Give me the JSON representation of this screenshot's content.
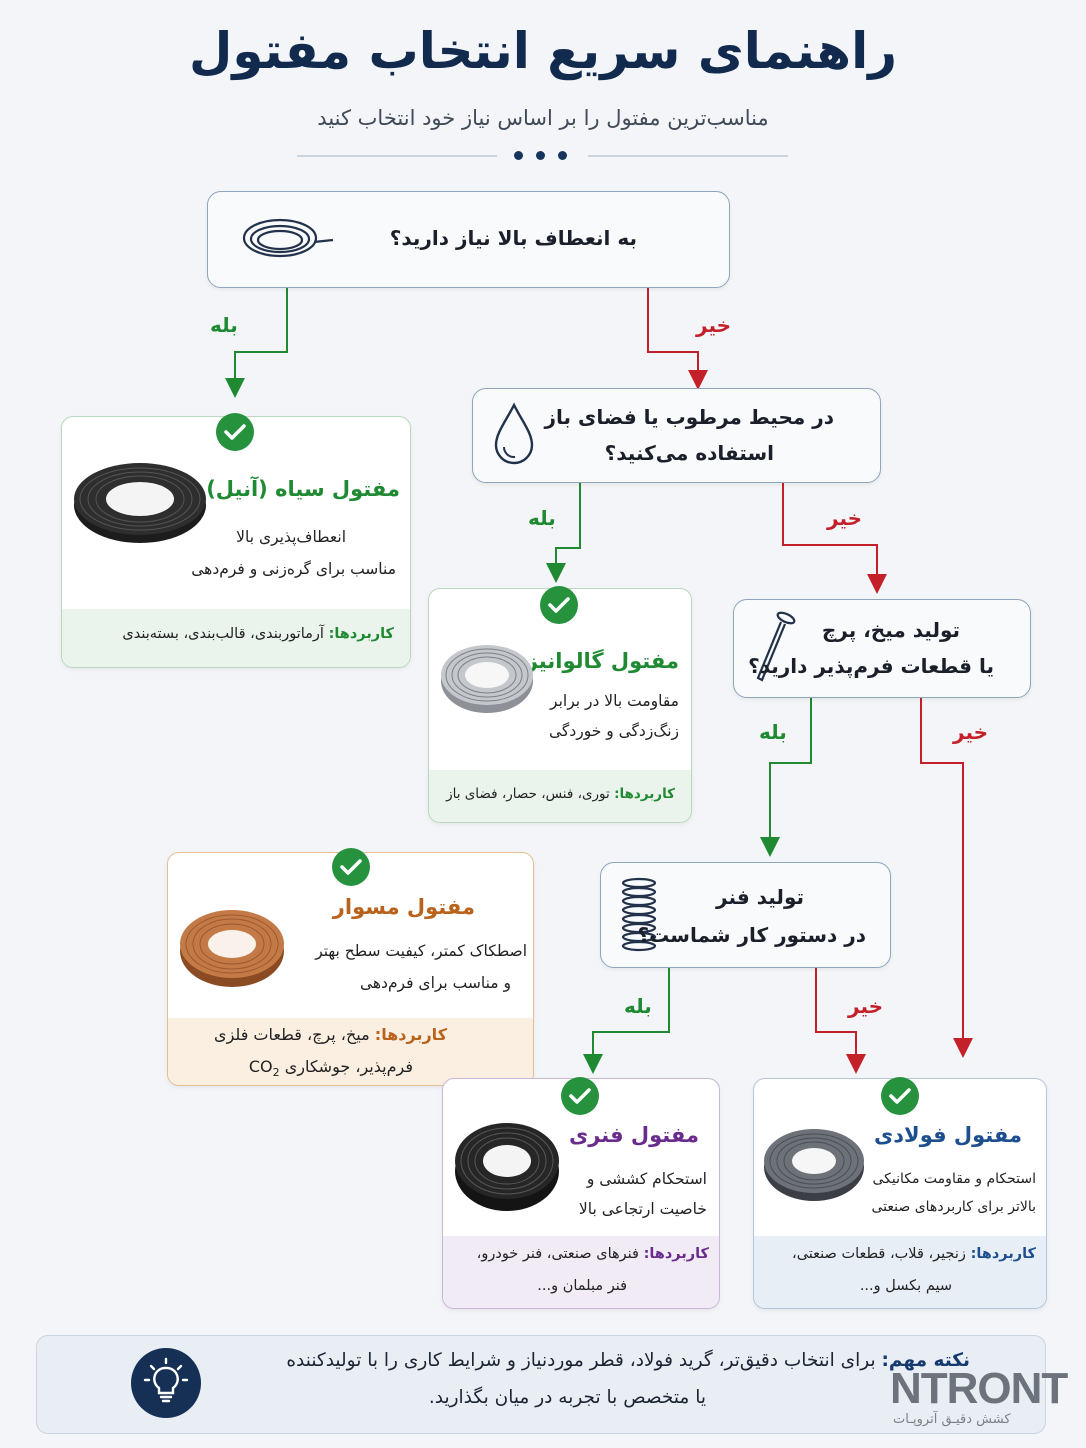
{
  "header": {
    "title": "راهنمای سریع انتخاب مفتول",
    "subtitle": "مناسب‌ترین مفتول را بر اساس نیاز خود انتخاب کنید"
  },
  "questions": {
    "q1": {
      "text": "به انعطاف بالا نیاز دارید؟",
      "icon": "wire-coil-icon"
    },
    "q2": {
      "line1": "در محیط مرطوب یا فضای باز",
      "line2": "استفاده می‌کنید؟",
      "icon": "water-drop-icon"
    },
    "q3": {
      "line1": "تولید میخ، پرچ",
      "line2": "یا قطعات فرم‌پذیر دارید؟",
      "icon": "nail-icon"
    },
    "q4": {
      "line1": "تولید فنر",
      "line2": "در دستور کار شماست؟",
      "icon": "spring-icon"
    }
  },
  "branches": {
    "yes": "بله",
    "no": "خیر"
  },
  "cards": {
    "annealed": {
      "name": "مفتول سیاه (آنیل)",
      "desc1": "انعطاف‌پذیری بالا",
      "desc2": "مناسب برای گره‌زنی و فرم‌دهی",
      "uses_label": "کاربردها:",
      "uses1": "آرماتوربندی، قالب‌بندی، بسته‌بندی",
      "color": "#1f8a32"
    },
    "galvanized": {
      "name": "مفتول گالوانیزه",
      "desc1": "مقاومت بالا در برابر",
      "desc2": "زنگ‌زدگی و خوردگی",
      "uses_label": "کاربردها:",
      "uses1": "توری، فنس، حصار، فضای باز",
      "color": "#1f8a32"
    },
    "copper": {
      "name": "مفتول مسوار",
      "desc1": "اصطکاک کمتر، کیفیت سطح بهتر",
      "desc2": "و مناسب برای فرم‌دهی",
      "uses_label": "کاربردها:",
      "uses1": "میخ، پرچ، قطعات فلزی",
      "uses2": "فرم‌پذیر، جوشکاری",
      "uses2_co": "CO",
      "uses2_sub": "2",
      "color": "#b8621c"
    },
    "spring": {
      "name": "مفتول فنری",
      "desc1": "استحکام کششی و",
      "desc2": "خاصیت ارتجاعی بالا",
      "uses_label": "کاربردها:",
      "uses1": "فنرهای صنعتی، فنر خودرو،",
      "uses2": "فنر مبلمان و...",
      "color": "#6a2c8c"
    },
    "steel": {
      "name": "مفتول فولادی",
      "desc1": "استحکام و مقاومت مکانیکی",
      "desc2": "بالاتر برای کاربردهای صنعتی",
      "uses_label": "کاربردها:",
      "uses1": "زنجیر، قلاب، قطعات صنعتی،",
      "uses2": "سیم بکسل و...",
      "color": "#1d4f8f"
    }
  },
  "note": {
    "label": "نکته مهم:",
    "line1": "برای انتخاب دقیق‌تر، گرید فولاد، قطر موردنیاز و شرایط کاری را با تولیدکننده",
    "line2": "یا متخصص با تجربه در میان بگذارید.",
    "icon": "lightbulb-icon"
  },
  "logo": {
    "main": "NTRONT",
    "sub": "کشش دقیـق آتروپـات"
  },
  "colors": {
    "yes": "#1f8a32",
    "no": "#c3202a",
    "navy": "#112a4e"
  }
}
